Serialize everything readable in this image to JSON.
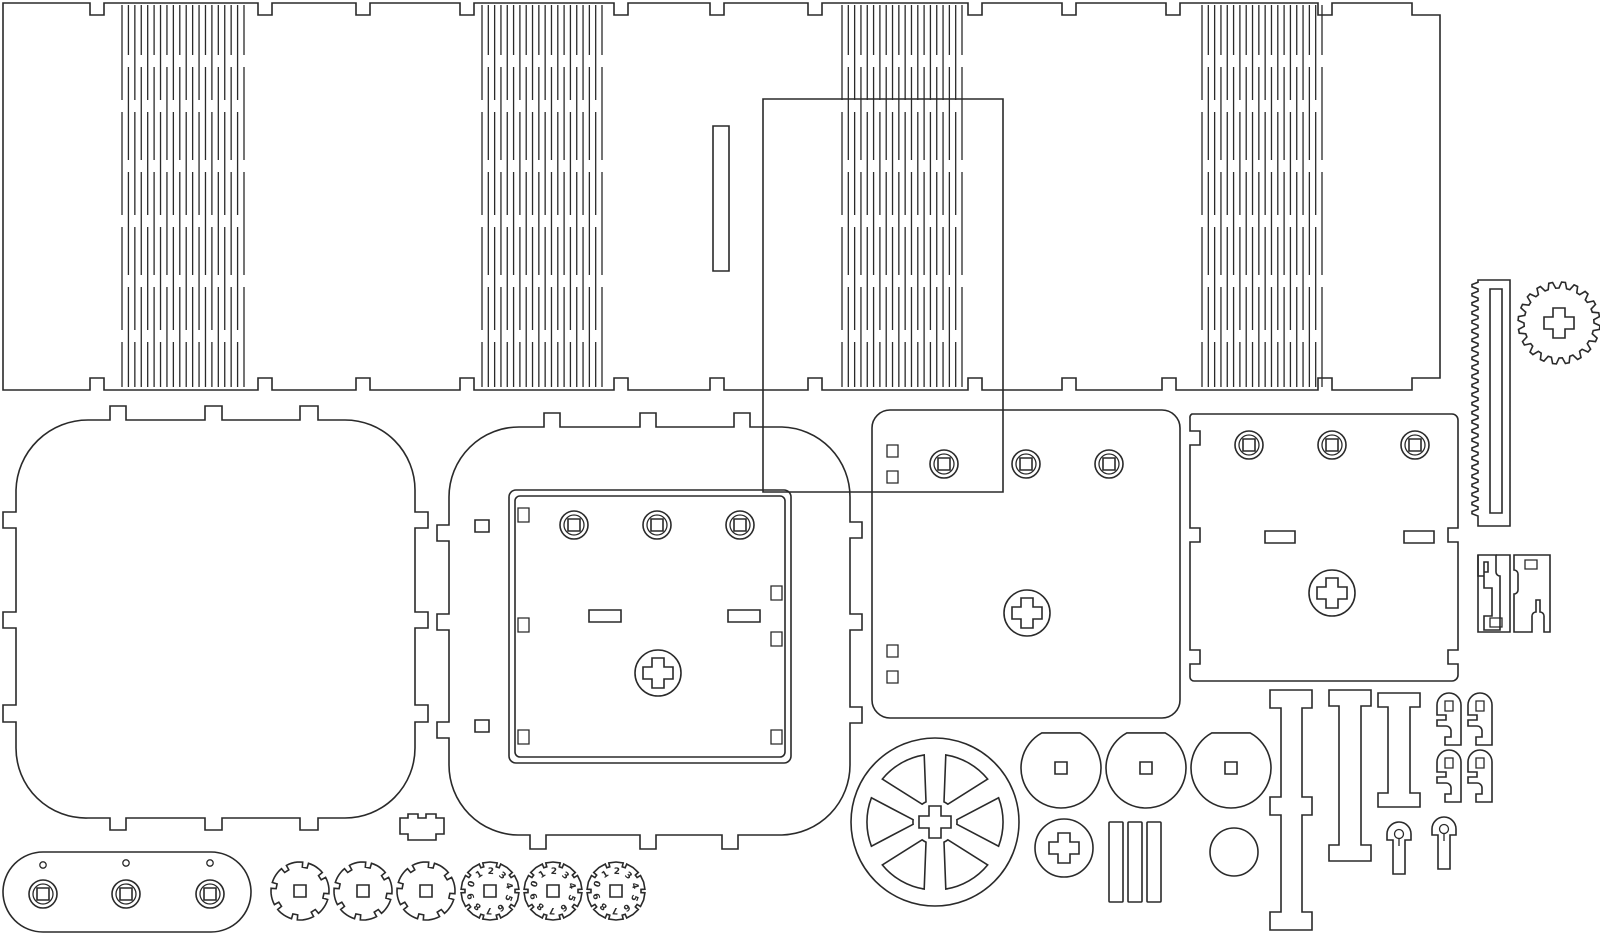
{
  "sheet": {
    "stroke_color": "#2a2a2a",
    "background_color": "#ffffff"
  },
  "dials": [
    {
      "digits": [
        "0",
        "1",
        "2",
        "3",
        "4",
        "5",
        "6",
        "7",
        "8",
        "9"
      ]
    },
    {
      "digits": [
        "0",
        "1",
        "2",
        "3",
        "4",
        "5",
        "6",
        "7",
        "8",
        "9"
      ]
    },
    {
      "digits": [
        "0",
        "1",
        "2",
        "3",
        "4",
        "5",
        "6",
        "7",
        "8",
        "9"
      ]
    }
  ]
}
